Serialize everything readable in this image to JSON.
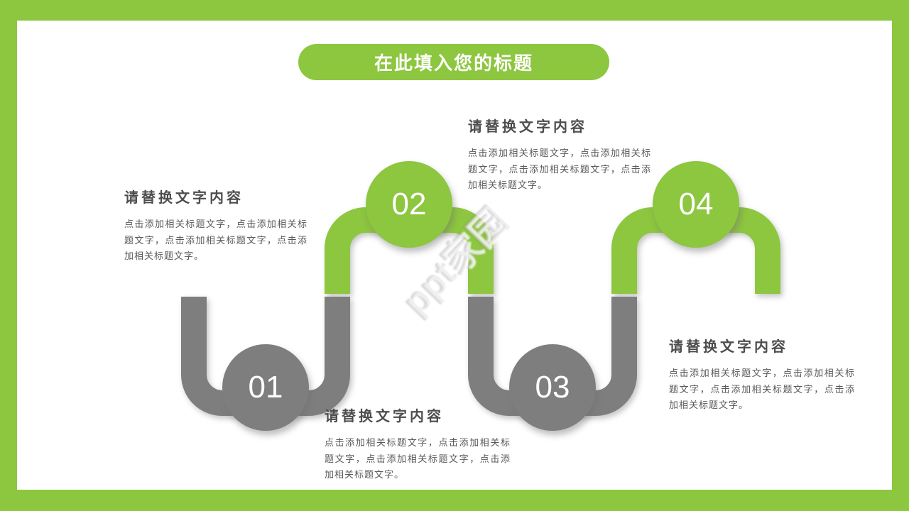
{
  "slide": {
    "title": "在此填入您的标题",
    "watermark": "ppt家园"
  },
  "colors": {
    "green": "#8dc63f",
    "gray": "#7e7e7e",
    "heading": "#4d4d4d",
    "body": "#595959",
    "title-text": "#ffffff",
    "background": "#ffffff"
  },
  "steps": [
    {
      "number": "01",
      "heading": "请替换文字内容",
      "body": "点击添加相关标题文字，点击添加相关标题文字，点击添加相关标题文字，点击添加相关标题文字。"
    },
    {
      "number": "02",
      "heading": "请替换文字内容",
      "body": "点击添加相关标题文字，点击添加相关标题文字，点击添加相关标题文字，点击添加相关标题文字。"
    },
    {
      "number": "03",
      "heading": "请替换文字内容",
      "body": "点击添加相关标题文字，点击添加相关标题文字，点击添加相关标题文字，点击添加相关标题文字。"
    },
    {
      "number": "04",
      "heading": "请替换文字内容",
      "body": "点击添加相关标题文字，点击添加相关标题文字，点击添加相关标题文字，点击添加相关标题文字。"
    }
  ]
}
